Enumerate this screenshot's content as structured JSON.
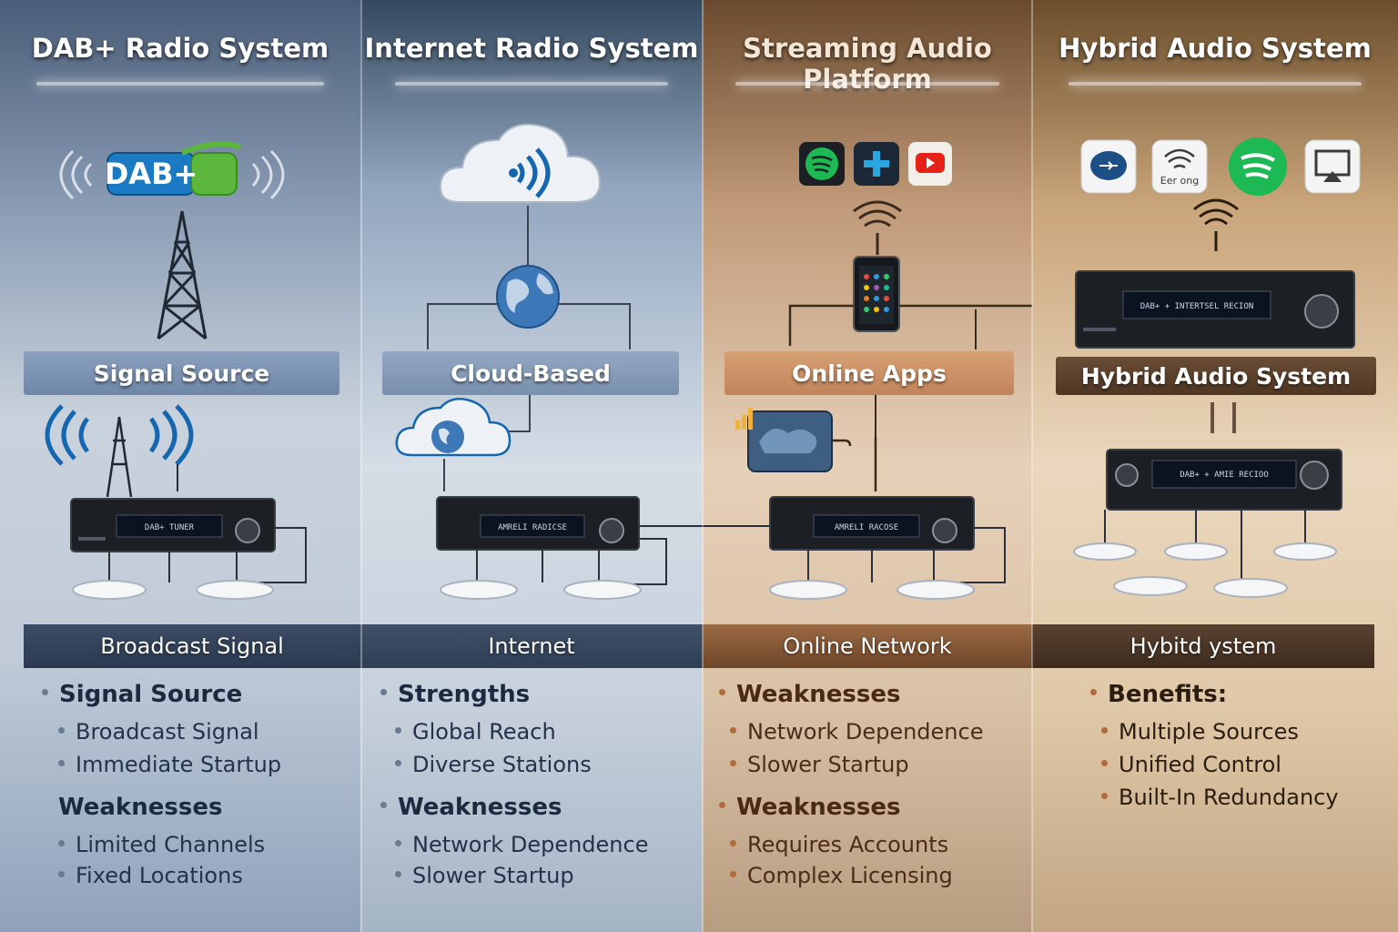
{
  "columns": [
    {
      "title": "DAB+ Radio System",
      "badge": "DAB+",
      "mid_label": "Signal Source",
      "device_display": "DAB+ TUNER",
      "band": "Broadcast Signal",
      "sections": [
        {
          "heading": "Signal Source",
          "items": [
            "Broadcast Signal",
            "Immediate Startup"
          ]
        },
        {
          "heading": "Weaknesses",
          "items": [
            "Limited Channels",
            "Fixed Locations"
          ]
        }
      ]
    },
    {
      "title": "Internet Radio System",
      "mid_label": "Cloud-Based",
      "device_display": "AMRELI RADICSE",
      "band": "Internet",
      "sections": [
        {
          "heading": "Strengths",
          "items": [
            "Global Reach",
            "Diverse Stations"
          ]
        },
        {
          "heading": "Weaknesses",
          "items": [
            "Network Dependence",
            "Slower Startup"
          ]
        }
      ]
    },
    {
      "title": "Streaming Audio Platform",
      "mid_label": "Online Apps",
      "device_display": "AMRELI RACOSE",
      "band": "Online Network",
      "sections": [
        {
          "heading": "Weaknesses",
          "items": [
            "Network Dependence",
            "Slower Startup"
          ]
        },
        {
          "heading": "Weaknesses",
          "items": [
            "Requires Accounts",
            "Complex Licensing"
          ]
        }
      ]
    },
    {
      "title": "Hybrid Audio System",
      "mid_label": "Hybrid Audio System",
      "app_label": "Eer ong",
      "device_display_top": "DAB+ + INTERTSEL RECION",
      "device_display_bottom": "DAB+ + AMIE RECIOO",
      "band": "Hybitd ystem",
      "sections": [
        {
          "heading": "Benefits:",
          "items": [
            "Multiple Sources",
            "Unified Control",
            "Built-In Redundancy"
          ]
        }
      ]
    }
  ],
  "colors": {
    "dab_badge": "#1a7bc4",
    "dab_plus": "#5cb83c",
    "spotify": "#1db954",
    "youtube": "#e62117",
    "cool_band": "#2f3e54",
    "warm_band": "#6e4628"
  }
}
